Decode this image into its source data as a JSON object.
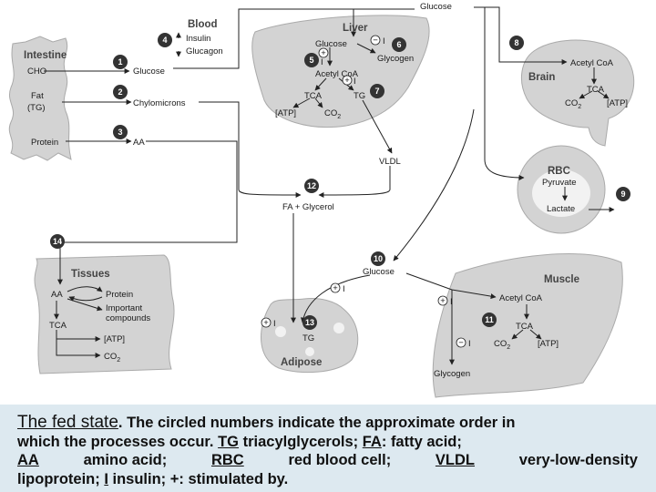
{
  "diagram": {
    "organs": {
      "blood": "Blood",
      "liver": "Liver",
      "intestine": "Intestine",
      "brain": "Brain",
      "rbc": "RBC",
      "tissues": "Tissues",
      "muscle": "Muscle",
      "adipose": "Adipose"
    },
    "labels": {
      "glucose_top": "Glucose",
      "insulin": "Insulin",
      "glucagon": "Glucagon",
      "cho": "CHO",
      "fat": "Fat",
      "tg_paren": "(TG)",
      "protein": "Protein",
      "glucose_blood": "Glucose",
      "chylomicrons": "Chylomicrons",
      "aa_blood": "AA",
      "liver_glucose": "Glucose",
      "liver_glycogen": "Glycogen",
      "liver_acetylcoa": "Acetyl CoA",
      "liver_tca": "TCA",
      "liver_tg": "TG",
      "liver_atp": "[ATP]",
      "liver_co2": "CO",
      "vldl": "VLDL",
      "brain_acetylcoa": "Acetyl CoA",
      "brain_tca": "TCA",
      "brain_co2": "CO",
      "brain_atp": "[ATP]",
      "pyruvate": "Pyruvate",
      "lactate": "Lactate",
      "fa_glycerol": "FA + Glycerol",
      "tissues_aa": "AA",
      "tissues_protein": "Protein",
      "important_compounds_1": "Important",
      "important_compounds_2": "compounds",
      "tissues_tca": "TCA",
      "tissues_atp": "[ATP]",
      "tissues_co2": "CO",
      "glucose_mid": "Glucose",
      "adipose_tg": "TG",
      "muscle_acetylcoa": "Acetyl CoA",
      "muscle_tca": "TCA",
      "muscle_co2": "CO",
      "muscle_atp": "[ATP]",
      "muscle_glycogen": "Glycogen",
      "co2_subscript": "2"
    },
    "symbols": {
      "plus": "+",
      "minus": "−",
      "insulin_i": "I"
    },
    "step_numbers": [
      "1",
      "2",
      "3",
      "4",
      "5",
      "6",
      "7",
      "8",
      "9",
      "10",
      "11",
      "12",
      "13",
      "14"
    ]
  },
  "caption": {
    "title": "The fed state",
    "line1_rest": ". The circled numbers indicate the approximate order in",
    "line2a": "which the processes occur.",
    "tg": "TG",
    "tg_def": "triacylglycerols;",
    "fa": "FA",
    "fa_def": ": fatty acid;",
    "aa": "AA",
    "aa_def": "amino acid;",
    "rbc": "RBC",
    "rbc_def": "red blood cell;",
    "vldl": "VLDL",
    "vldl_def": "very-low-density",
    "line4a": "lipoprotein;",
    "i": "I",
    "i_def": "insulin;",
    "plus": "+",
    "plus_def": ": stimulated by."
  }
}
